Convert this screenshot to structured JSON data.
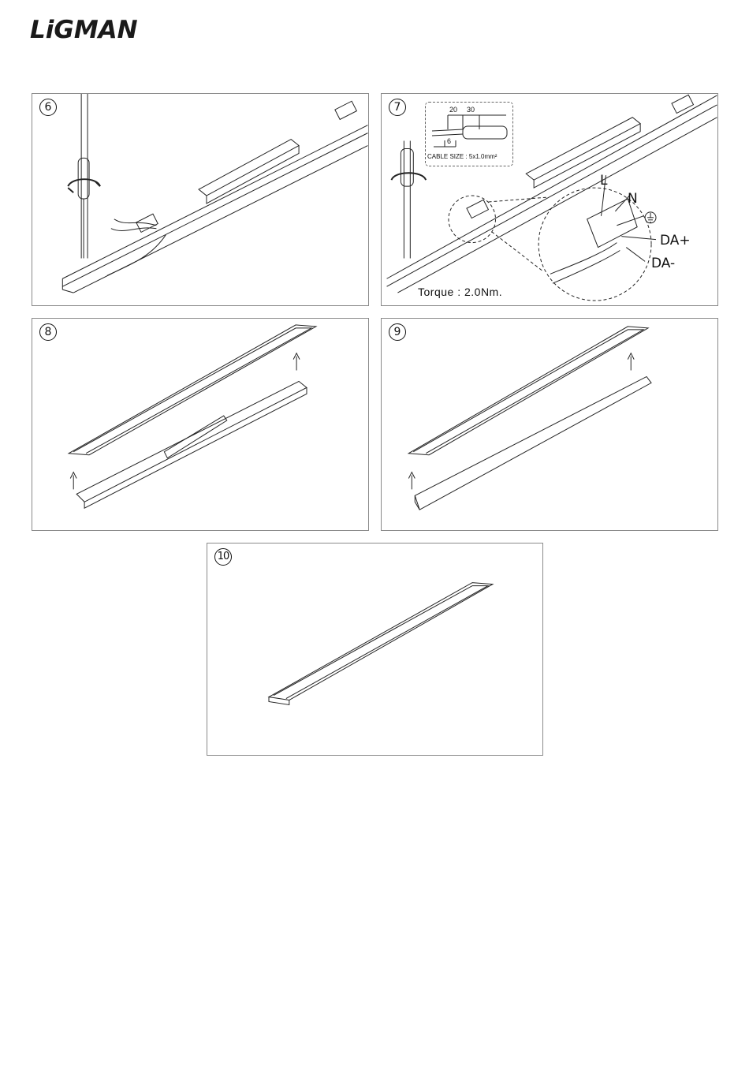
{
  "brand": {
    "logo_text": "LiGMAN"
  },
  "steps": [
    {
      "number": "6"
    },
    {
      "number": "7",
      "torque": "Torque : 2.0Nm.",
      "cable_size": "CABLE SIZE : 5x1.0mm²",
      "dims": {
        "a": "20",
        "b": "30",
        "c": "6"
      },
      "terminals": {
        "l": "L",
        "n": "N",
        "da_plus": "DA+",
        "da_minus": "DA-"
      }
    },
    {
      "number": "8"
    },
    {
      "number": "9"
    },
    {
      "number": "10"
    }
  ]
}
